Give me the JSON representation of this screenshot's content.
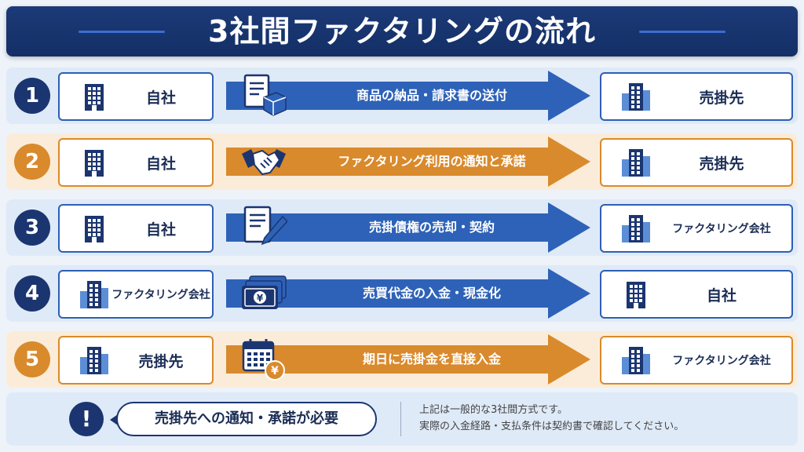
{
  "title": "3社間ファクタリングの流れ",
  "colors": {
    "navy": "#1b3570",
    "blue_arrow": "#2e62b8",
    "orange": "#d98a2c"
  },
  "steps": [
    {
      "num": "1",
      "theme": "blue",
      "from": "自社",
      "from_icon": "building-icon",
      "action": "商品の納品・請求書の送付",
      "action_icon": "invoice-package-icon",
      "to": "売掛先",
      "to_icon": "buildings-icon"
    },
    {
      "num": "2",
      "theme": "orange",
      "from": "自社",
      "from_icon": "building-icon",
      "action": "ファクタリング利用の通知と承諾",
      "action_icon": "handshake-icon",
      "to": "売掛先",
      "to_icon": "buildings-icon"
    },
    {
      "num": "3",
      "theme": "blue",
      "from": "自社",
      "from_icon": "building-icon",
      "action": "売掛債権の売却・契約",
      "action_icon": "contract-pen-icon",
      "to": "ファクタリング会社",
      "to_icon": "buildings-icon"
    },
    {
      "num": "4",
      "theme": "blue",
      "from": "ファクタリング会社",
      "from_icon": "buildings-icon",
      "action": "売買代金の入金・現金化",
      "action_icon": "yen-banknotes-icon",
      "to": "自社",
      "to_icon": "building-icon"
    },
    {
      "num": "5",
      "theme": "orange",
      "from": "売掛先",
      "from_icon": "buildings-icon",
      "action": "期日に売掛金を直接入金",
      "action_icon": "calendar-yen-icon",
      "to": "ファクタリング会社",
      "to_icon": "buildings-icon"
    }
  ],
  "footer": {
    "mark": "!",
    "callout": "売掛先への通知・承諾が必要",
    "note_line1": "上記は一般的な3社間方式です。",
    "note_line2": "実際の入金経路・支払条件は契約書で確認してください。"
  }
}
